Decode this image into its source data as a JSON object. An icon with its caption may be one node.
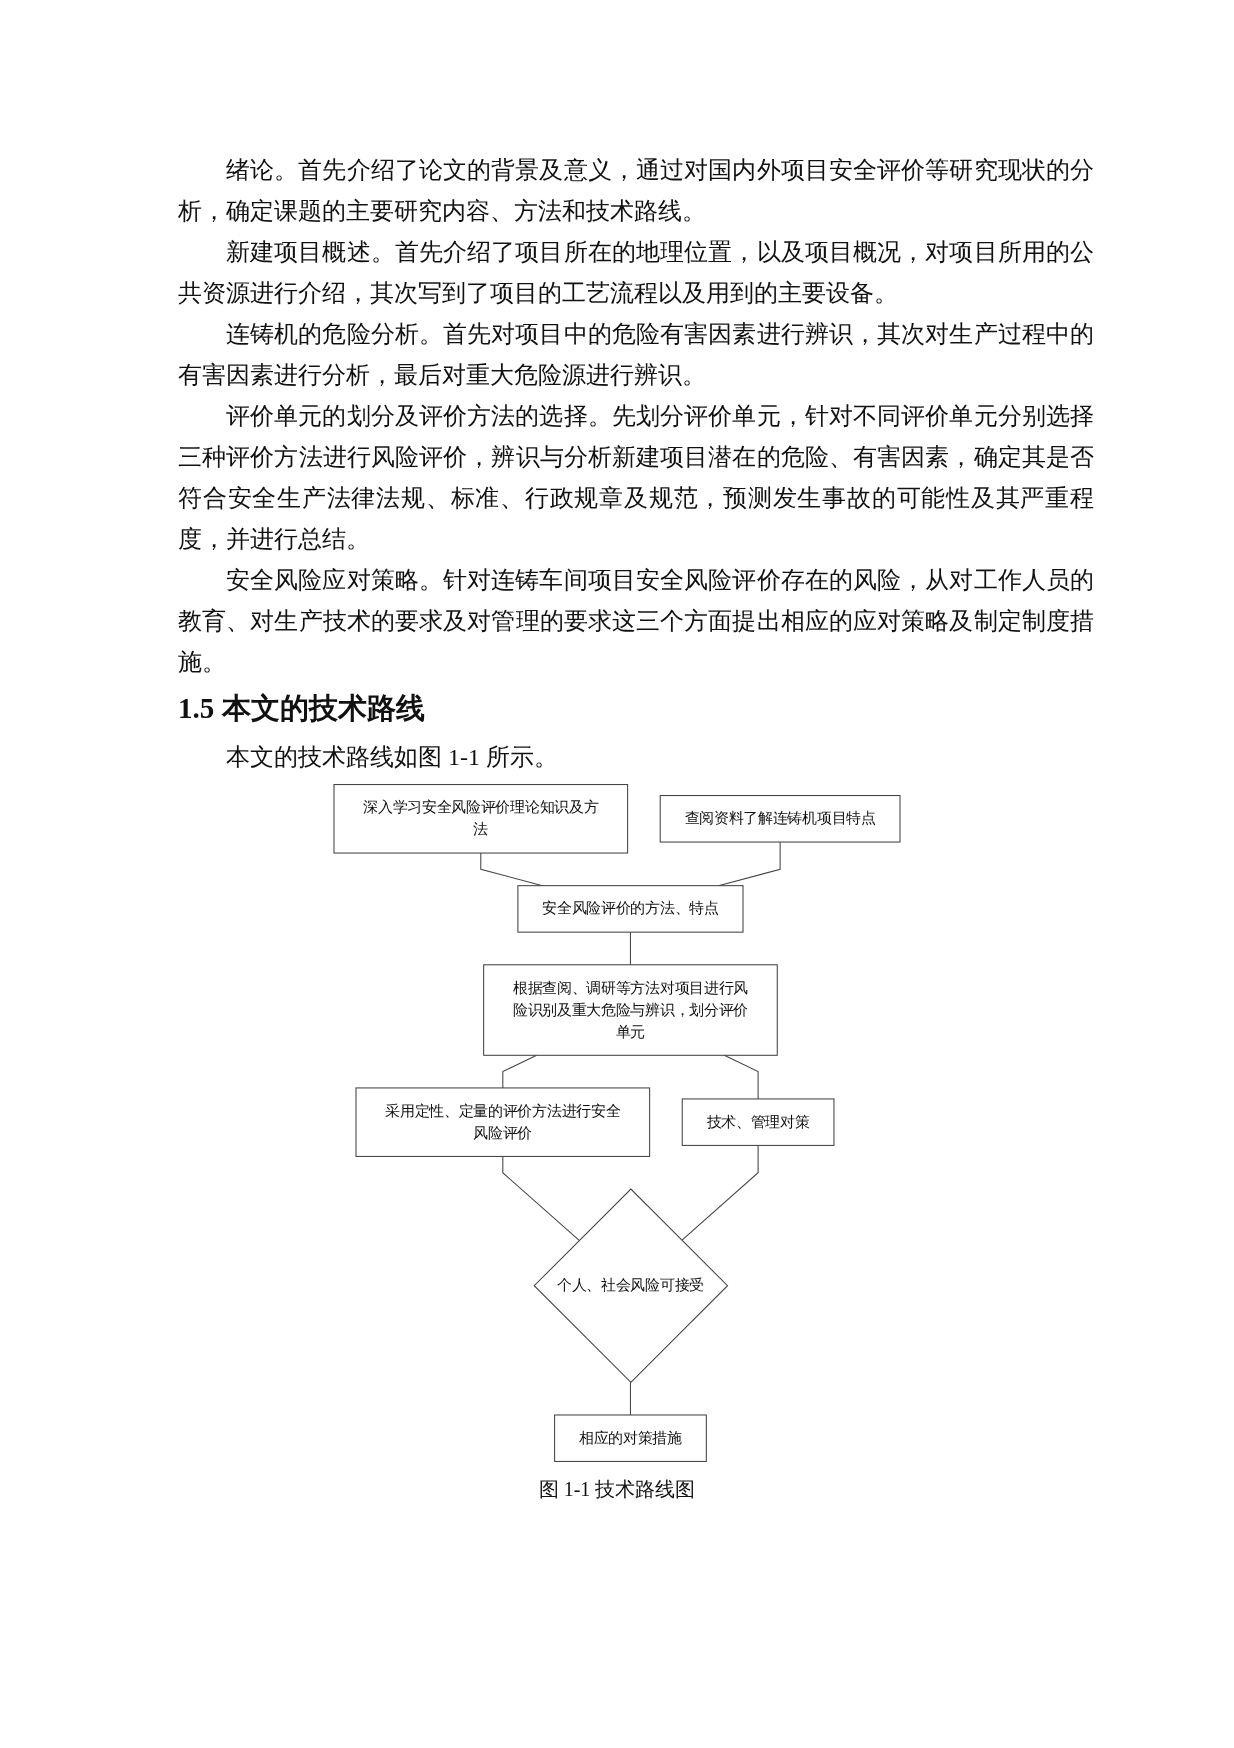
{
  "diagram": {
    "title": "1.5 本文的技术路线",
    "caption": "图 1-1 技术路线图",
    "nodes": [
      {
        "text": [
          "深入学习安全风险评价理论知识及方法"
        ]
      },
      {
        "text": [
          "查阅资料了解连铸机项目特点"
        ]
      },
      {
        "text": [
          "安全风险评价的方法、特点"
        ]
      },
      {
        "text": [
          "根据查阅、调研等方法对项目进行风险识别及重大危险与辨识，划分评价单元"
        ]
      },
      {
        "text": [
          "采用定性、定量的评价方法进行安全风险评价"
        ]
      },
      {
        "text": [
          "技术、管理对策"
        ]
      },
      {
        "text": [
          "个人、社会风险可接受"
        ]
      },
      {
        "text": [
          "相应的对策措施"
        ]
      }
    ],
    "edges": [
      {
        "from": 0,
        "to": 2,
        "arrow": "none"
      },
      {
        "from": 1,
        "to": 2,
        "arrow": "none"
      },
      {
        "from": 2,
        "to": 3,
        "arrow": "none"
      },
      {
        "from": 3,
        "to": 4,
        "arrow": "none"
      },
      {
        "from": 3,
        "to": 5,
        "arrow": "none"
      },
      {
        "from": 4,
        "to": 6,
        "arrow": "none"
      },
      {
        "from": 5,
        "to": 6,
        "arrow": "none"
      },
      {
        "from": 6,
        "to": 7,
        "arrow": "none"
      }
    ],
    "labels": [
      "绪论。首先介绍了论文的背景及意义，通过对国内外项目安全评价等研究现状的分析，确定课题的主要研究内容、方法和技术路线。",
      "新建项目概述。首先介绍了项目所在的地理位置，以及项目概况，对项目所用的公共资源进行介绍，其次写到了项目的工艺流程以及用到的主要设备。",
      "连铸机的危险分析。首先对项目中的危险有害因素进行辨识，其次对生产过程中的有害因素进行分析，最后对重大危险源进行辨识。",
      "评价单元的划分及评价方法的选择。先划分评价单元，针对不同评价单元分别选择三种评价方法进行风险评价，辨识与分析新建项目潜在的危险、有害因素，确定其是否符合安全生产法律法规、标准、行政规章及规范，预测发生事故的可能性及其严重程度，并进行总结。",
      "安全风险应对策略。针对连铸车间项目安全风险评价存在的风险，从对工作人员的教育、对生产技术的要求及对管理的要求这三个方面提出相应的应对策略及制定制度措施。",
      "本文的技术路线如图 1-1 所示。"
    ]
  }
}
